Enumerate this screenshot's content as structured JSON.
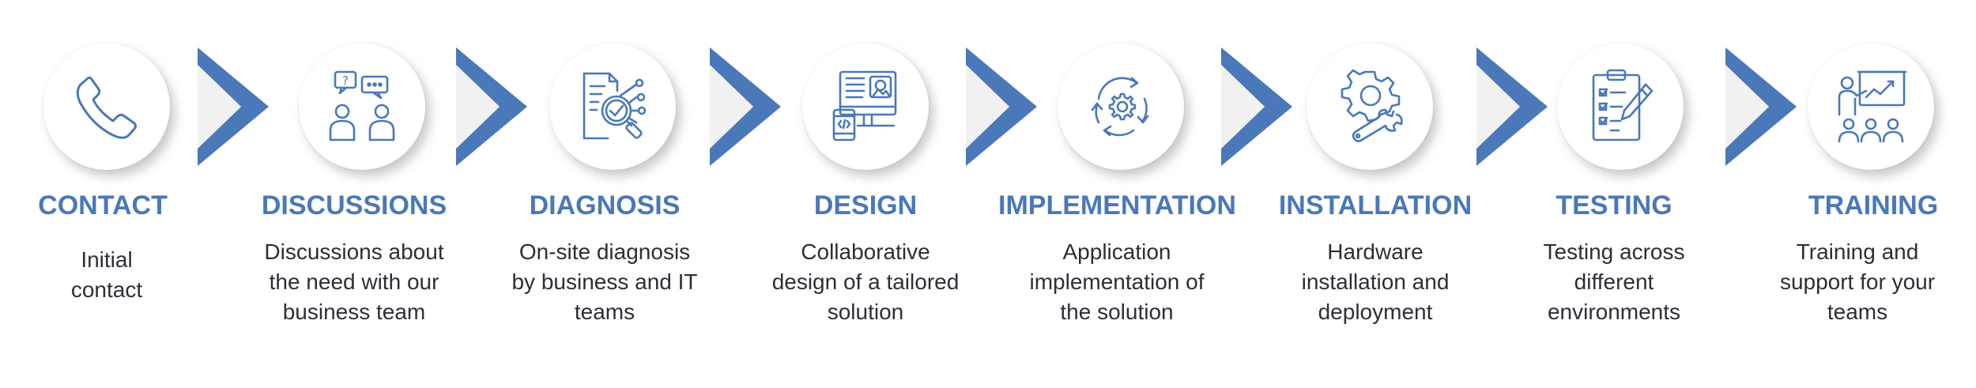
{
  "colors": {
    "accent": "#4a78b8",
    "chevron_dark": "#4a78b8",
    "chevron_light": "#f1f1f1",
    "text": "#2b2f36"
  },
  "steps": [
    {
      "title": "CONTACT",
      "desc": "Initial contact",
      "icon": "phone-icon"
    },
    {
      "title": "DISCUSSIONS",
      "desc": "Discussions about the need with our business team",
      "icon": "discussion-icon"
    },
    {
      "title": "DIAGNOSIS",
      "desc": "On-site diagnosis by business and IT teams",
      "icon": "diagnosis-icon"
    },
    {
      "title": "DESIGN",
      "desc": "Collaborative design of a tailored solution",
      "icon": "design-icon"
    },
    {
      "title": "IMPLEMENTATION",
      "desc": "Application implementation of the solution",
      "icon": "implementation-icon"
    },
    {
      "title": "INSTALLATION",
      "desc": "Hardware installation and deployment",
      "icon": "installation-icon"
    },
    {
      "title": "TESTING",
      "desc": "Testing across different environments",
      "icon": "testing-icon"
    },
    {
      "title": "TRAINING",
      "desc": "Training and support for your teams",
      "icon": "training-icon"
    }
  ]
}
